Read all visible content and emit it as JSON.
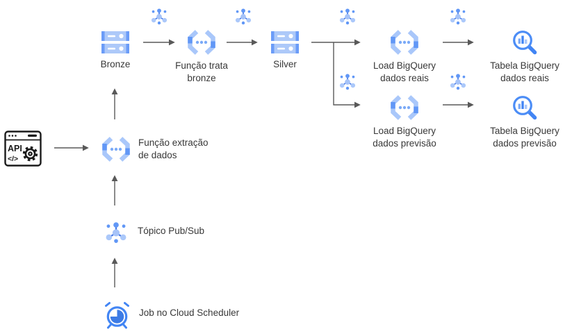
{
  "diagram": {
    "type": "gcp-data-pipeline-flow",
    "colors": {
      "icon_blue": "#4285F4",
      "icon_blue_medium": "#6197F6",
      "icon_blue_light": "#ABC8FA",
      "scheduler_pie": "#3D7BE5",
      "arrow": "#595959",
      "text": "#383838",
      "api_icon_ink": "#1a1a1a"
    },
    "nodes": {
      "api": {
        "icon": "api-browser-gear-icon",
        "text_api": "API",
        "text_code": "</>"
      },
      "funcao_extracao": {
        "icon": "cloud-functions-icon",
        "label_line1": "Função extração",
        "label_line2": "de dados"
      },
      "bronze": {
        "icon": "cloud-storage-icon",
        "label": "Bronze"
      },
      "funcao_trata_bronze": {
        "icon": "cloud-functions-icon",
        "label_line1": "Função trata",
        "label_line2": "bronze"
      },
      "silver": {
        "icon": "cloud-storage-icon",
        "label": "Silver"
      },
      "load_bigquery_reais": {
        "icon": "cloud-functions-icon",
        "label_line1": "Load BigQuery",
        "label_line2": "dados reais"
      },
      "tabela_bigquery_reais": {
        "icon": "bigquery-icon",
        "label_line1": "Tabela BigQuery",
        "label_line2": "dados reais"
      },
      "load_bigquery_previsao": {
        "icon": "cloud-functions-icon",
        "label_line1": "Load BigQuery",
        "label_line2": "dados previsão"
      },
      "tabela_bigquery_previsao": {
        "icon": "bigquery-icon",
        "label_line1": "Tabela BigQuery",
        "label_line2": "dados previsão"
      },
      "topico_pubsub": {
        "icon": "pubsub-icon",
        "label": "Tópico Pub/Sub"
      },
      "job_scheduler": {
        "icon": "cloud-scheduler-icon",
        "label": "Job no Cloud Scheduler"
      },
      "pubsub_markers": {
        "icon": "pubsub-icon",
        "count": 6
      }
    }
  }
}
